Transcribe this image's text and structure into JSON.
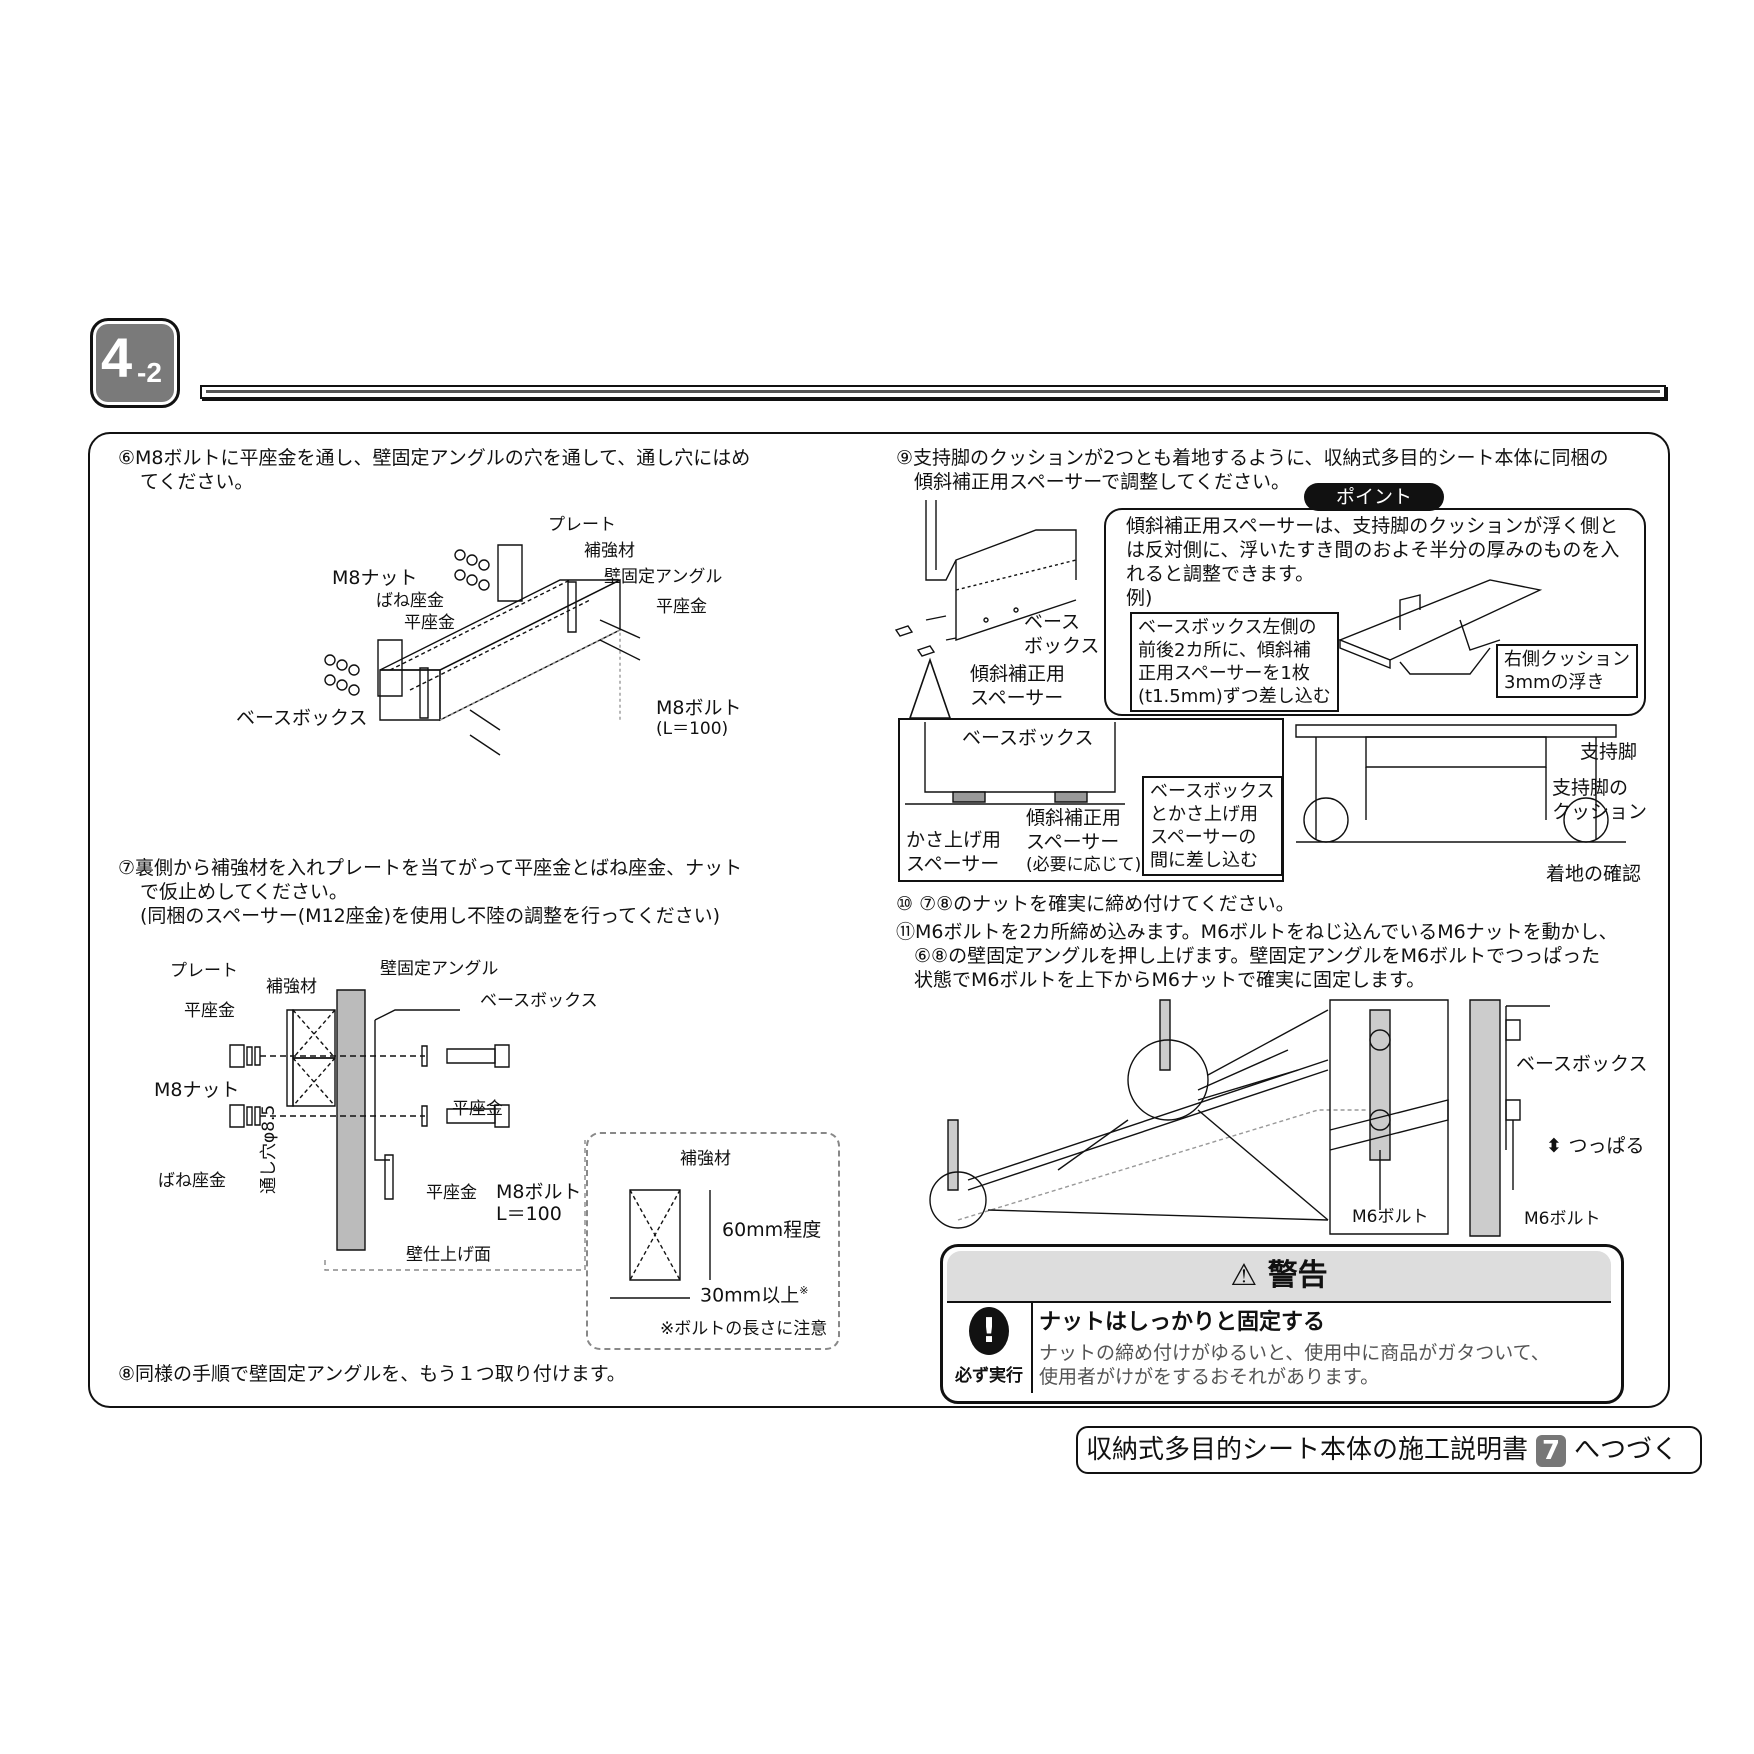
{
  "badge": {
    "num": "4",
    "sub": "-2"
  },
  "step6": {
    "line1": "⑥M8ボルトに平座金を通し、壁固定アングルの穴を通して、通し穴にはめ",
    "line2": "てください。"
  },
  "fig6": {
    "plate": "プレート",
    "stiffener": "補強材",
    "angle": "壁固定アングル",
    "m8nut": "M8ナット",
    "spring_washer": "ばね座金",
    "flat_washer_l": "平座金",
    "flat_washer_r": "平座金",
    "base_box": "ベースボックス",
    "m8bolt": "M8ボルト",
    "m8bolt_len": "(L＝100)"
  },
  "step7": {
    "line1": "⑦裏側から補強材を入れプレートを当てがって平座金とばね座金、ナット",
    "line2": "で仮止めしてください。",
    "line3": "(同梱のスペーサー(M12座金)を使用し不陸の調整を行ってください)"
  },
  "fig7": {
    "plate": "プレート",
    "stiffener": "補強材",
    "flat_washer": "平座金",
    "m8nut": "M8ナット",
    "spring_washer": "ばね座金",
    "hole": "通し穴φ8.5",
    "angle": "壁固定アングル",
    "base_box": "ベースボックス",
    "flat_washer2": "平座金",
    "flat_washer3": "平座金",
    "m8bolt": "M8ボルト",
    "m8bolt_len": "L＝100",
    "wall": "壁仕上げ面"
  },
  "detail7": {
    "stiffener": "補強材",
    "height": "60mm程度",
    "width": "30mm以上",
    "mark": "※",
    "note": "※ボルトの長さに注意"
  },
  "step8": "⑧同様の手順で壁固定アングルを、もう１つ取り付けます。",
  "step9": {
    "line1": "⑨支持脚のクッションが2つとも着地するように、収納式多目的シート本体に同梱の",
    "line2": "傾斜補正用スペーサーで調整してください。"
  },
  "point": {
    "label": "ポイント",
    "line1": "傾斜補正用スペーサーは、支持脚のクッションが浮く側と",
    "line2": "は反対側に、浮いたすき間のおよそ半分の厚みのものを入",
    "line3": "れると調整できます。",
    "example": "例)",
    "box1": [
      "ベースボックス左側の",
      "前後2カ所に、傾斜補",
      "正用スペーサーを1枚",
      "(t1.5mm)ずつ差し込む"
    ],
    "box2": [
      "右側クッション",
      "3mmの浮き"
    ]
  },
  "fig9": {
    "base_box": [
      "ベース",
      "ボックス"
    ],
    "spacer": [
      "傾斜補正用",
      "スペーサー"
    ],
    "detail_base_box": "ベースボックス",
    "detail_spacer": [
      "傾斜補正用",
      "スペーサー",
      "(必要に応じて)"
    ],
    "lift_spacer": [
      "かさ上げ用",
      "スペーサー"
    ],
    "insert_box": [
      "ベースボックス",
      "とかさ上げ用",
      "スペーサーの",
      "間に差し込む"
    ],
    "leg": "支持脚",
    "cushion": [
      "支持脚の",
      "クッション"
    ],
    "landing": "着地の確認"
  },
  "step10": "⑩ ⑦⑧のナットを確実に締め付けてください。",
  "step11": {
    "line1": "⑪M6ボルトを2カ所締め込みます。M6ボルトをねじ込んでいるM6ナットを動かし、",
    "line2": "⑥⑧の壁固定アングルを押し上げます。壁固定アングルをM6ボルトでつっぱった",
    "line3": "状態でM6ボルトを上下からM6ナットで確実に固定します。"
  },
  "fig11": {
    "m6bolt1": "M6ボルト",
    "base_box": "ベースボックス",
    "push": "つっぱる",
    "m6bolt2": "M6ボルト"
  },
  "warning": {
    "title": "警告",
    "must": "必ず実行",
    "head": "ナットはしっかりと固定する",
    "body1": "ナットの締め付けがゆるいと、使用中に商品がガタついて、",
    "body2": "使用者がけがをするおそれがあります。"
  },
  "footer": {
    "text1": "収納式多目的シート本体の施工説明書",
    "num": "7",
    "text2": "へつづく"
  }
}
